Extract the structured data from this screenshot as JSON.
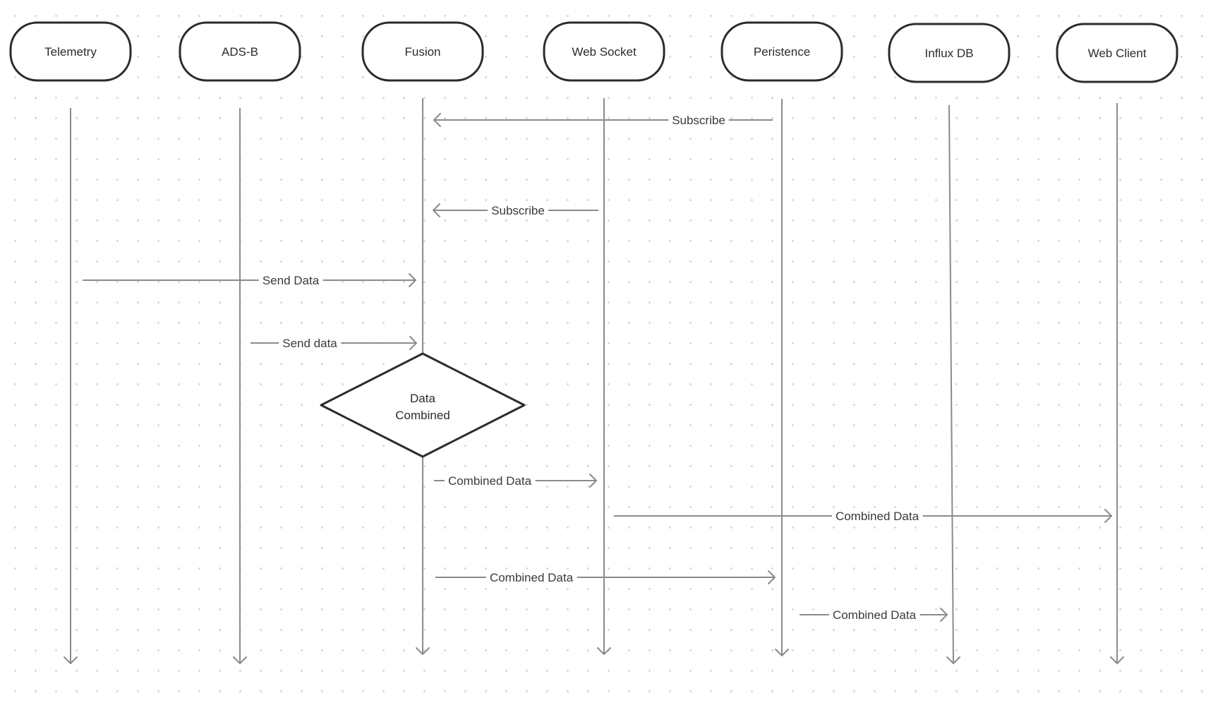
{
  "diagram": {
    "type": "sequence",
    "actors": [
      {
        "id": "telemetry",
        "label": "Telemetry"
      },
      {
        "id": "adsb",
        "label": "ADS-B"
      },
      {
        "id": "fusion",
        "label": "Fusion"
      },
      {
        "id": "websocket",
        "label": "Web Socket"
      },
      {
        "id": "persistence",
        "label": "Peristence"
      },
      {
        "id": "influxdb",
        "label": "Influx DB"
      },
      {
        "id": "webclient",
        "label": "Web Client"
      }
    ],
    "messages": [
      {
        "from": "persistence",
        "to": "fusion",
        "label": "Subscribe"
      },
      {
        "from": "websocket",
        "to": "fusion",
        "label": "Subscribe"
      },
      {
        "from": "telemetry",
        "to": "fusion",
        "label": "Send Data"
      },
      {
        "from": "adsb",
        "to": "fusion",
        "label": "Send data"
      },
      {
        "from": "fusion",
        "to": "websocket",
        "label": "Combined Data"
      },
      {
        "from": "websocket",
        "to": "webclient",
        "label": "Combined Data"
      },
      {
        "from": "fusion",
        "to": "persistence",
        "label": "Combined Data"
      },
      {
        "from": "persistence",
        "to": "influxdb",
        "label": "Combined Data"
      }
    ],
    "decision": {
      "on": "fusion",
      "lines": [
        "Data",
        "Combined"
      ]
    },
    "colors": {
      "outline": "#2b2b2b",
      "connector": "#8a8a92",
      "text": "#3a3a3a",
      "grid_dot": "#d6d6d6"
    }
  }
}
